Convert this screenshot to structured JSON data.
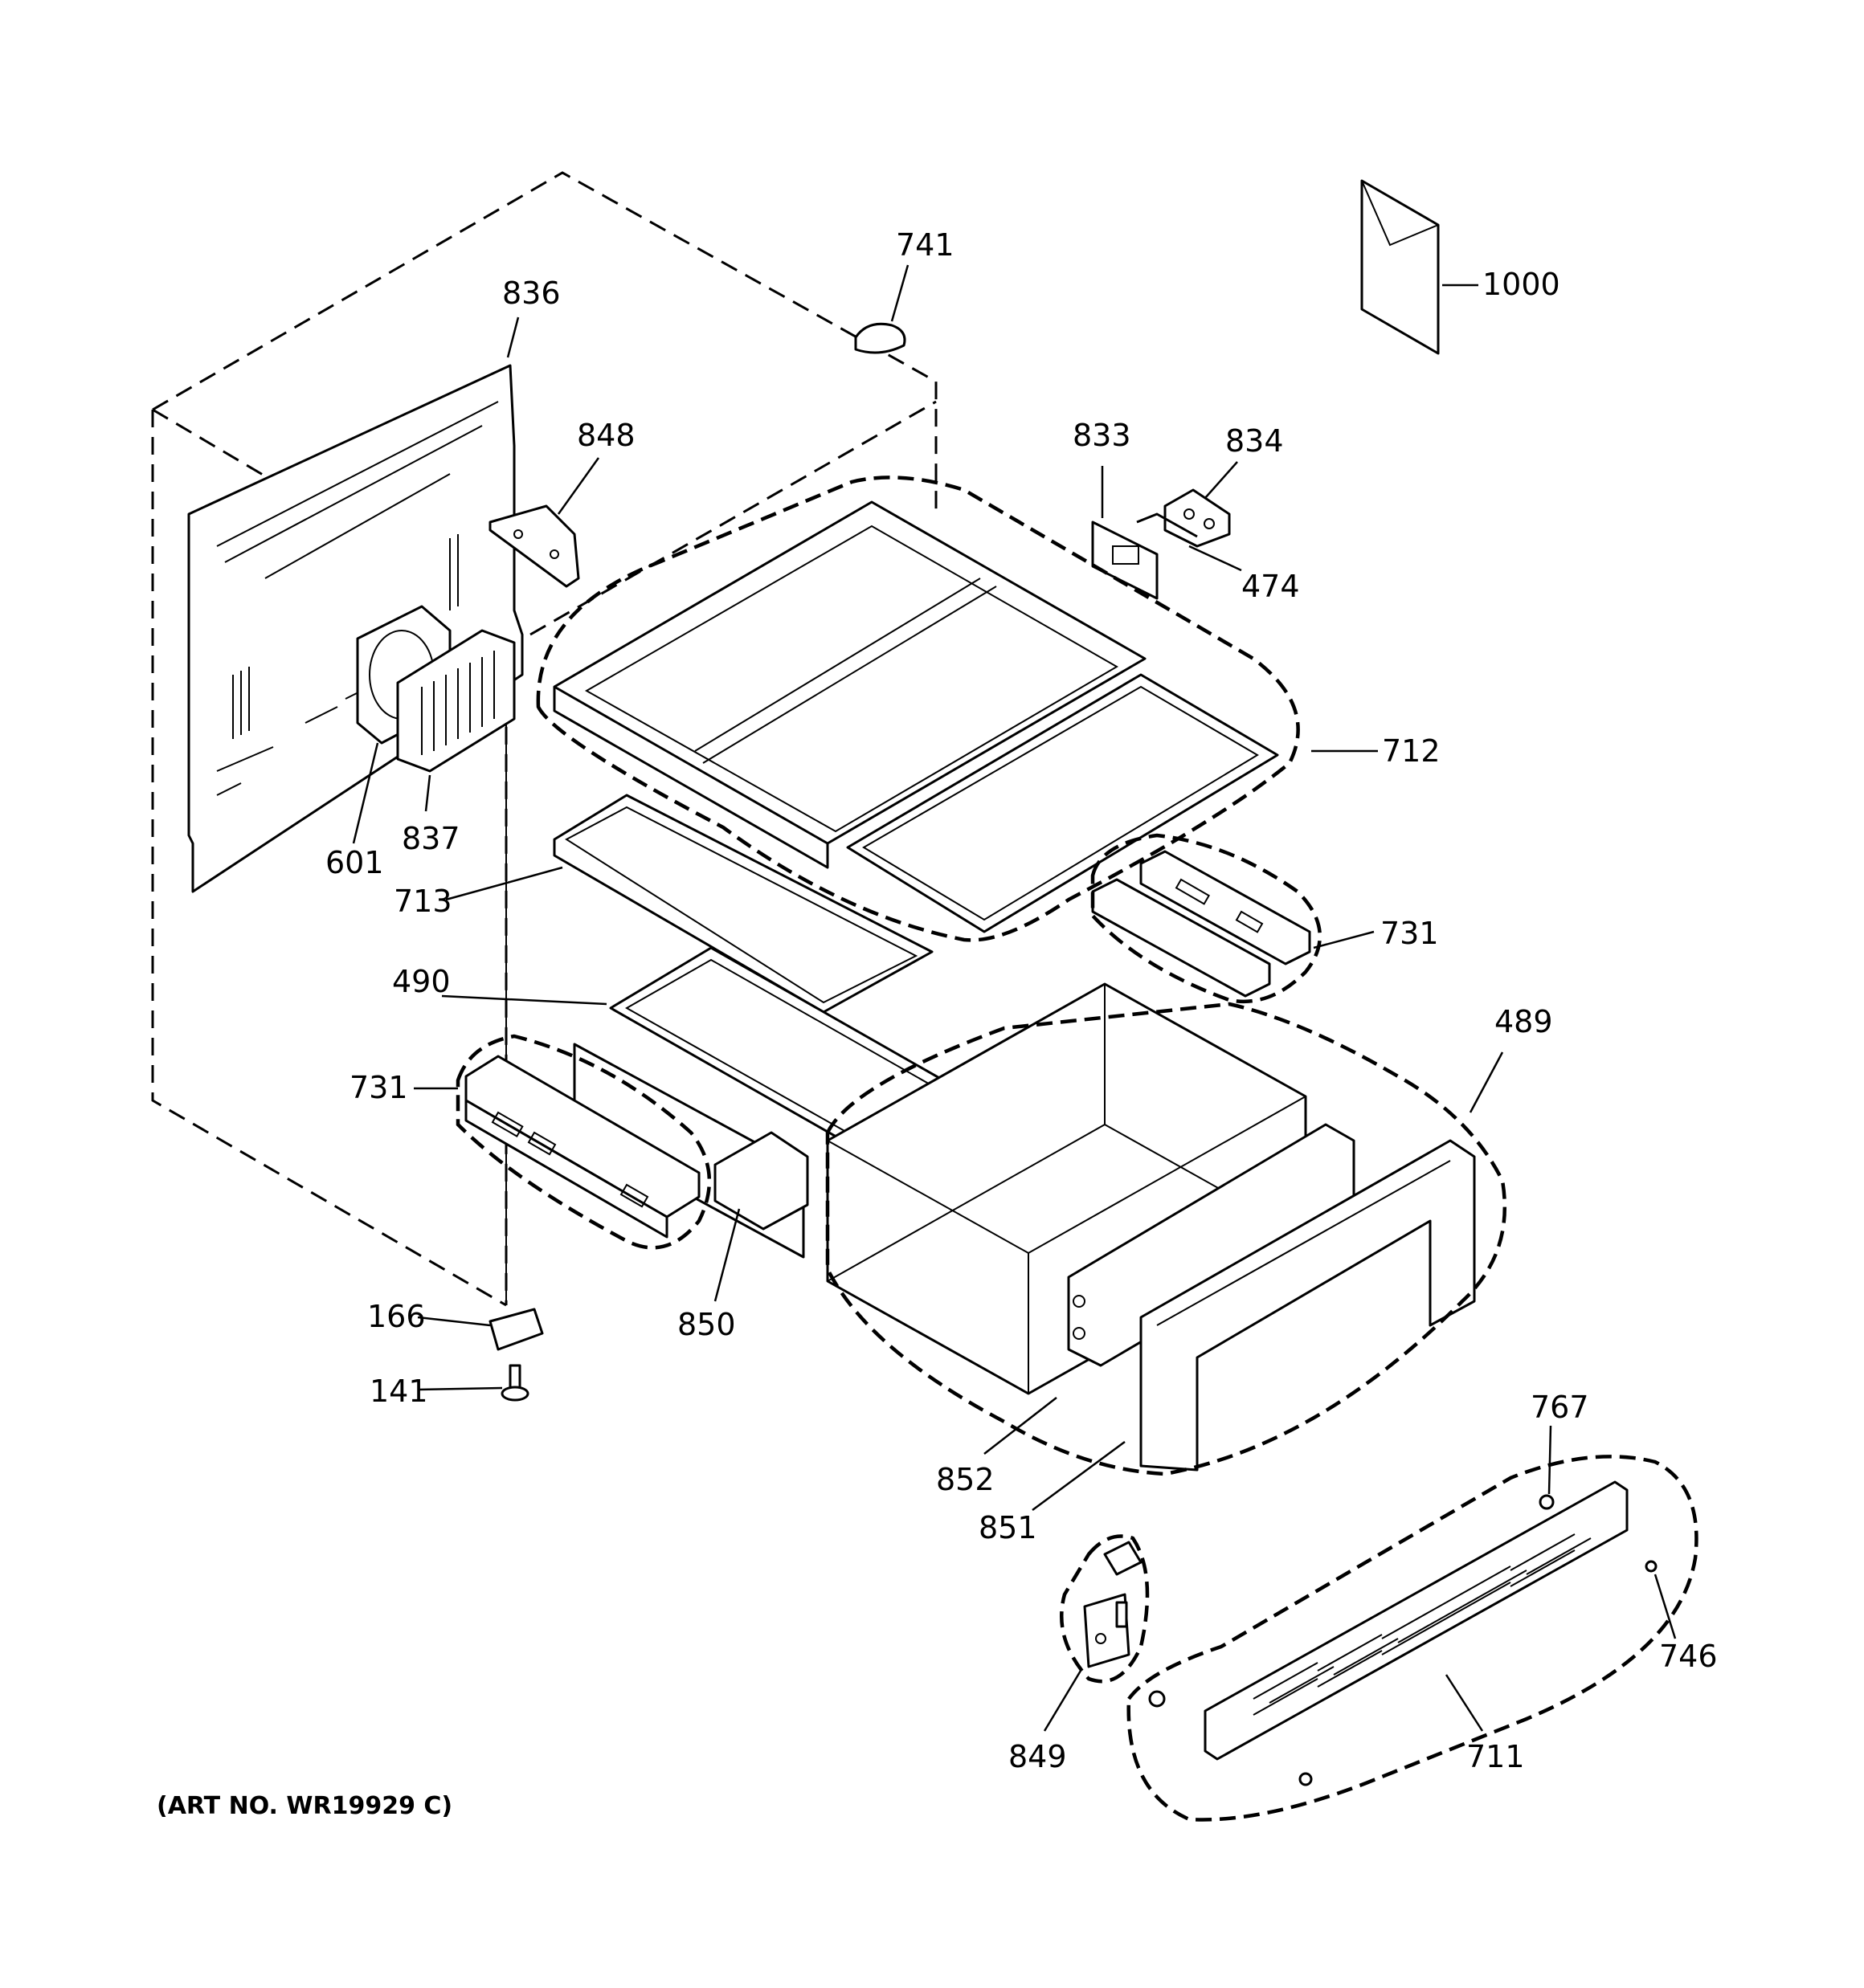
{
  "parts": [
    {
      "id": "p741",
      "number": "741"
    },
    {
      "id": "p836",
      "number": "836"
    },
    {
      "id": "p848",
      "number": "848"
    },
    {
      "id": "p1000",
      "number": "1000"
    },
    {
      "id": "p833",
      "number": "833"
    },
    {
      "id": "p834",
      "number": "834"
    },
    {
      "id": "p474",
      "number": "474"
    },
    {
      "id": "p712",
      "number": "712"
    },
    {
      "id": "p601",
      "number": "601"
    },
    {
      "id": "p837",
      "number": "837"
    },
    {
      "id": "p713",
      "number": "713"
    },
    {
      "id": "p731a",
      "number": "731"
    },
    {
      "id": "p490",
      "number": "490"
    },
    {
      "id": "p489",
      "number": "489"
    },
    {
      "id": "p731b",
      "number": "731"
    },
    {
      "id": "p166",
      "number": "166"
    },
    {
      "id": "p850",
      "number": "850"
    },
    {
      "id": "p141",
      "number": "141"
    },
    {
      "id": "p767",
      "number": "767"
    },
    {
      "id": "p852",
      "number": "852"
    },
    {
      "id": "p851",
      "number": "851"
    },
    {
      "id": "p746",
      "number": "746"
    },
    {
      "id": "p849",
      "number": "849"
    },
    {
      "id": "p711",
      "number": "711"
    }
  ],
  "art_number": "(ART NO. WR19929 C)"
}
